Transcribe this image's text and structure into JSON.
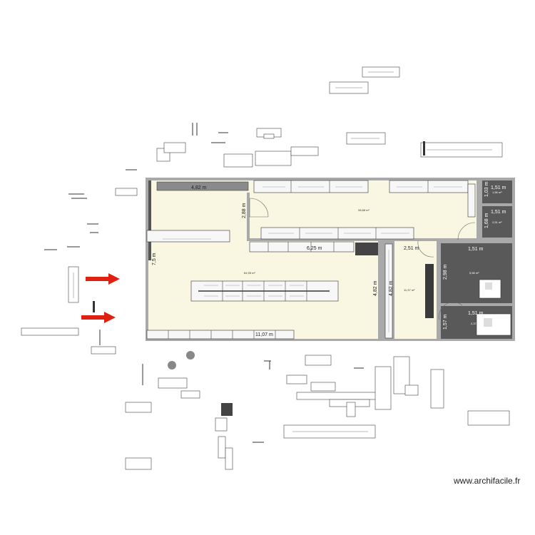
{
  "watermark": "www.archifacile.fr",
  "colors": {
    "floor": "#f9f6e2",
    "wall": "#a9a9a9",
    "dark_room": "#595959",
    "arrow": "#e02010"
  },
  "dimensions": {
    "top_wall": "4,82 m",
    "left_wall": "7,5 m",
    "partition_height": "2,88 m",
    "mid_wall": "6,25 m",
    "bottom_wall": "11,07 m",
    "corridor_width": "2,51 m",
    "corridor_height": "4,82 m",
    "room_r1": "1,51 m",
    "room_r2": "1,51 m",
    "room_r3": "1,51 m",
    "room_r4": "1,51 m",
    "r1_height": "1,03 m",
    "r2_height": "1,68 m",
    "r3_height": "2,98 m",
    "r4_height": "1,57 m"
  },
  "areas": {
    "main": "64,95 m²",
    "upper": "28,88 m²",
    "corridor": "11,37 m²",
    "r1": "1,56 m²",
    "r2": "2,51 m²",
    "r3": "5,56 m²",
    "r4": "2,37 m²"
  },
  "icons": {
    "arrow": "red-arrow-icon",
    "plant": "plant-icon",
    "door": "door-swing-icon"
  }
}
